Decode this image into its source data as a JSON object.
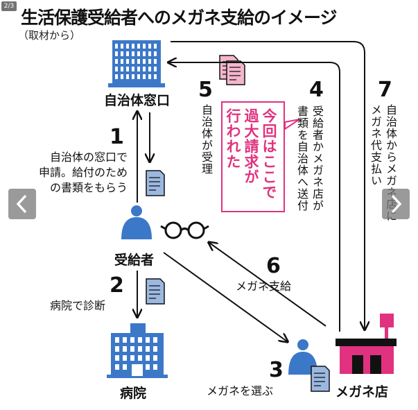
{
  "page_counter": "2/3",
  "title": "生活保護受給者へのメガネ支給のイメージ",
  "subtitle": "（取材から）",
  "nodes": {
    "municipality": "自治体窓口",
    "recipient": "受給者",
    "hospital": "病院",
    "optician": "メガネ店"
  },
  "steps": [
    {
      "num": "1",
      "text_line1": "自治体の窓口で",
      "text_line2": "申請。給付のため",
      "text_line3": "の書類をもらう"
    },
    {
      "num": "2",
      "text": "病院で診断"
    },
    {
      "num": "3",
      "text": "メガネを選ぶ"
    },
    {
      "num": "4",
      "text_line1": "受給者かメガネ店が",
      "text_line2": "書類を自治体へ送付"
    },
    {
      "num": "5",
      "text": "自治体が受理"
    },
    {
      "num": "6",
      "text": "メガネ支給"
    },
    {
      "num": "7",
      "text_line1": "自治体からメガネ店に",
      "text_line2": "メガネ代支払い"
    }
  ],
  "callout": {
    "line1": "今回はここで",
    "line2": "過大請求が",
    "line3": "行われた"
  },
  "colors": {
    "building_blue": "#3c78c8",
    "person_blue": "#3c78c8",
    "document_blue": "#9bb8e0",
    "document_pink": "#f4b6cc",
    "optician_pink": "#e0327e",
    "callout_pink": "#e0327e",
    "arrow": "#111111",
    "nav_button": "#7a7a7a"
  },
  "icons": {
    "municipality": "office-building-icon",
    "recipient": "person-icon",
    "hospital": "hospital-building-icon",
    "optician": "shop-icon",
    "glasses": "eyeglasses-icon",
    "document": "document-icon",
    "nav_prev": "chevron-left-icon",
    "nav_next": "chevron-right-icon"
  }
}
